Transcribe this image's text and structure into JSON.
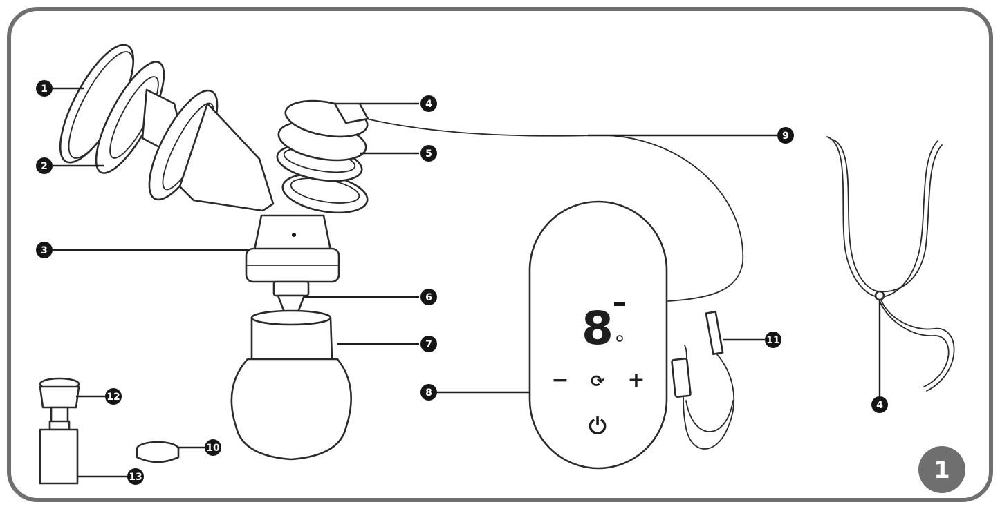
{
  "figure_number": "1",
  "callouts": [
    {
      "id": "c1",
      "label": "1"
    },
    {
      "id": "c2",
      "label": "2"
    },
    {
      "id": "c3",
      "label": "3"
    },
    {
      "id": "c4a",
      "label": "4"
    },
    {
      "id": "c5",
      "label": "5"
    },
    {
      "id": "c6",
      "label": "6"
    },
    {
      "id": "c7",
      "label": "7"
    },
    {
      "id": "c8",
      "label": "8"
    },
    {
      "id": "c9",
      "label": "9"
    },
    {
      "id": "c10",
      "label": "10"
    },
    {
      "id": "c11",
      "label": "11"
    },
    {
      "id": "c12",
      "label": "12"
    },
    {
      "id": "c13",
      "label": "13"
    },
    {
      "id": "c4b",
      "label": "4"
    }
  ],
  "control_unit": {
    "minus_symbol": "−",
    "plus_symbol": "+",
    "mode_symbol": "⟳",
    "power_symbol": "⏻",
    "display_digits": "8"
  }
}
